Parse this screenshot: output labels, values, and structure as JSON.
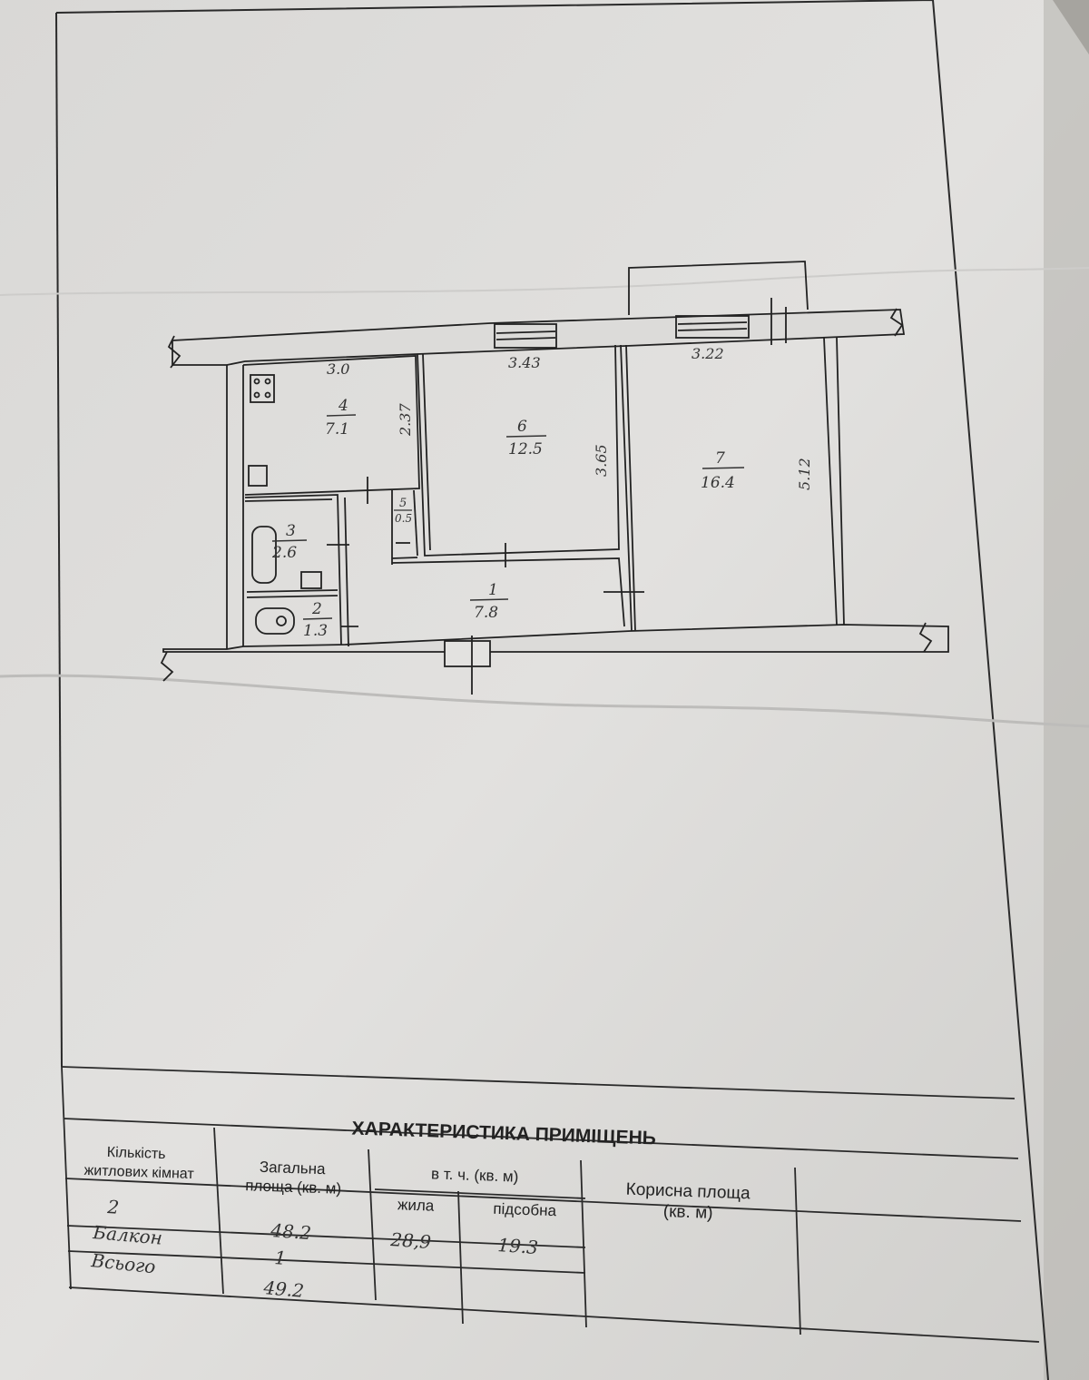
{
  "rooms": [
    {
      "num": "4",
      "area": "7.1"
    },
    {
      "num": "6",
      "area": "12.5"
    },
    {
      "num": "7",
      "area": "16.4"
    },
    {
      "num": "3",
      "area": "2.6"
    },
    {
      "num": "2",
      "area": "1.3"
    },
    {
      "num": "1",
      "area": "7.8"
    },
    {
      "num": "5",
      "area": "0.5"
    }
  ],
  "dimensions": {
    "kitchen_width": "3.0",
    "kitchen_depth": "2.37",
    "room6_width": "3.43",
    "room6_depth": "3.65",
    "room7_width": "3.22",
    "room7_depth": "5.12"
  },
  "table": {
    "title": "ХАРАКТЕРИСТИКА ПРИМІЩЕНЬ",
    "headers": {
      "rooms_line1": "Кількість",
      "rooms_line2": "житлових кімнат",
      "total_line1": "Загальна",
      "total_line2": "площа (кв. м)",
      "incl": "в т. ч. (кв. м)",
      "living": "жила",
      "aux": "підсобна",
      "useful_line1": "Корисна площа",
      "useful_line2": "(кв. м)"
    },
    "rows": [
      {
        "label": "2",
        "total": "48.2",
        "living": "28,9",
        "aux": "19.3"
      },
      {
        "label": "Балкон",
        "total": "1",
        "living": "",
        "aux": ""
      },
      {
        "label": "Всього",
        "total": "49.2",
        "living": "",
        "aux": ""
      }
    ]
  }
}
